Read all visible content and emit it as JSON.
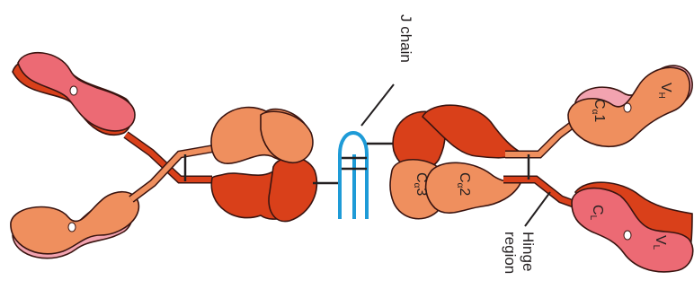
{
  "diagram": {
    "labels": {
      "j_chain": "J chain",
      "hinge_line1": "Hinge",
      "hinge_line2": "region"
    },
    "domains": {
      "vh": {
        "main": "V",
        "sub": "H"
      },
      "ca1": {
        "main": "C",
        "sub": "α",
        "suffix": "1"
      },
      "ch_right": {
        "main": "C",
        "sub": "L"
      },
      "vl": {
        "main": "V",
        "sub": "L"
      },
      "ca3": {
        "main": "C",
        "sub": "α",
        "suffix": "3"
      },
      "ca2": {
        "main": "C",
        "sub": "α",
        "suffix": "2"
      }
    },
    "colors": {
      "heavy_dark": "#d9401a",
      "heavy_light": "#ef8f5e",
      "light_chain": "#ec6a74",
      "light_pale": "#f2a3b0",
      "j_chain": "#1e9bd7",
      "outline": "#3a1410"
    }
  }
}
